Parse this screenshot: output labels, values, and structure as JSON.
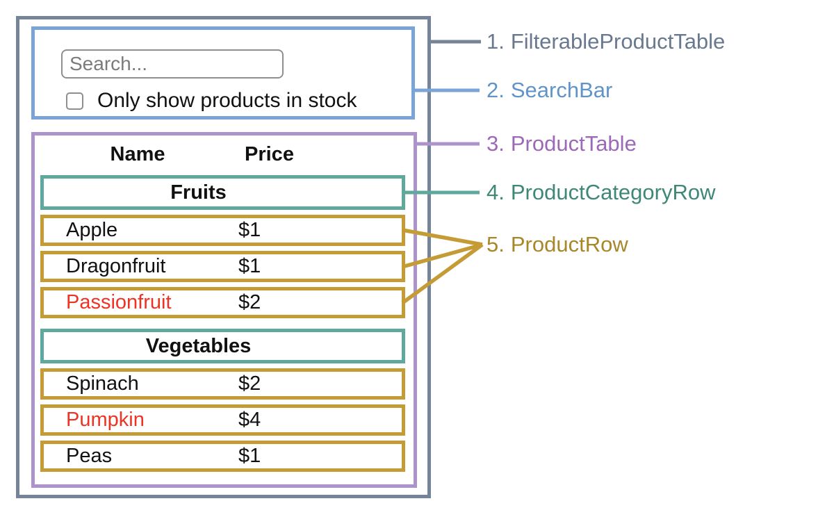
{
  "palette": {
    "canvas_bg": "#ffffff",
    "text": "#111111",
    "outer_border": "#76849A",
    "outer_label": "#68788F",
    "search_border": "#7AA4D8",
    "search_label": "#6094C9",
    "table_border": "#AD93CC",
    "table_label": "#9C68B8",
    "category_border": "#5FA99C",
    "category_label": "#3F8776",
    "row_border": "#C49B35",
    "row_label": "#A8872A",
    "out_of_stock": "#EE3324",
    "input_border": "#8E8E8E",
    "placeholder": "#7B7B7B"
  },
  "search_bar": {
    "input_placeholder": "Search...",
    "checkbox_label": "Only show products in stock",
    "checkbox_checked": false
  },
  "product_table": {
    "columns": [
      "Name",
      "Price"
    ],
    "sections": [
      {
        "category": "Fruits",
        "rows": [
          {
            "name": "Apple",
            "price": "$1",
            "in_stock": true
          },
          {
            "name": "Dragonfruit",
            "price": "$1",
            "in_stock": true
          },
          {
            "name": "Passionfruit",
            "price": "$2",
            "in_stock": false
          }
        ]
      },
      {
        "category": "Vegetables",
        "rows": [
          {
            "name": "Spinach",
            "price": "$2",
            "in_stock": true
          },
          {
            "name": "Pumpkin",
            "price": "$4",
            "in_stock": false
          },
          {
            "name": "Peas",
            "price": "$1",
            "in_stock": true
          }
        ]
      }
    ]
  },
  "legend": [
    {
      "number": "1.",
      "name": "FilterableProductTable"
    },
    {
      "number": "2.",
      "name": "SearchBar"
    },
    {
      "number": "3.",
      "name": "ProductTable"
    },
    {
      "number": "4.",
      "name": "ProductCategoryRow"
    },
    {
      "number": "5.",
      "name": "ProductRow"
    }
  ]
}
